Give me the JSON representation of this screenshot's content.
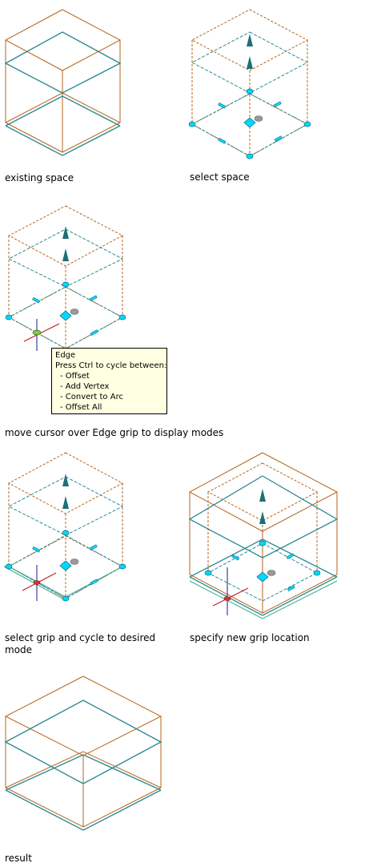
{
  "steps": [
    {
      "caption": "existing space"
    },
    {
      "caption": "select space"
    },
    {
      "caption": "move cursor over Edge grip to display modes"
    },
    {
      "caption": "select grip and cycle to desired mode"
    },
    {
      "caption": "specify new grip location"
    },
    {
      "caption": "result"
    }
  ],
  "tooltip": {
    "title": "Edge",
    "subtitle": "Press Ctrl to cycle between:",
    "items": [
      "- Offset",
      "- Add Vertex",
      "- Convert to Arc",
      "- Offset All"
    ]
  },
  "colors": {
    "edge": "#b5651d",
    "space": "#2e8a92",
    "grip": "#00d8ff",
    "grip_stroke": "#0a6878",
    "arrow": "#1e6f78",
    "hover_grip": "#7fcc44",
    "cursor_v": "#1a1a8c",
    "cursor_h": "#c01818"
  }
}
